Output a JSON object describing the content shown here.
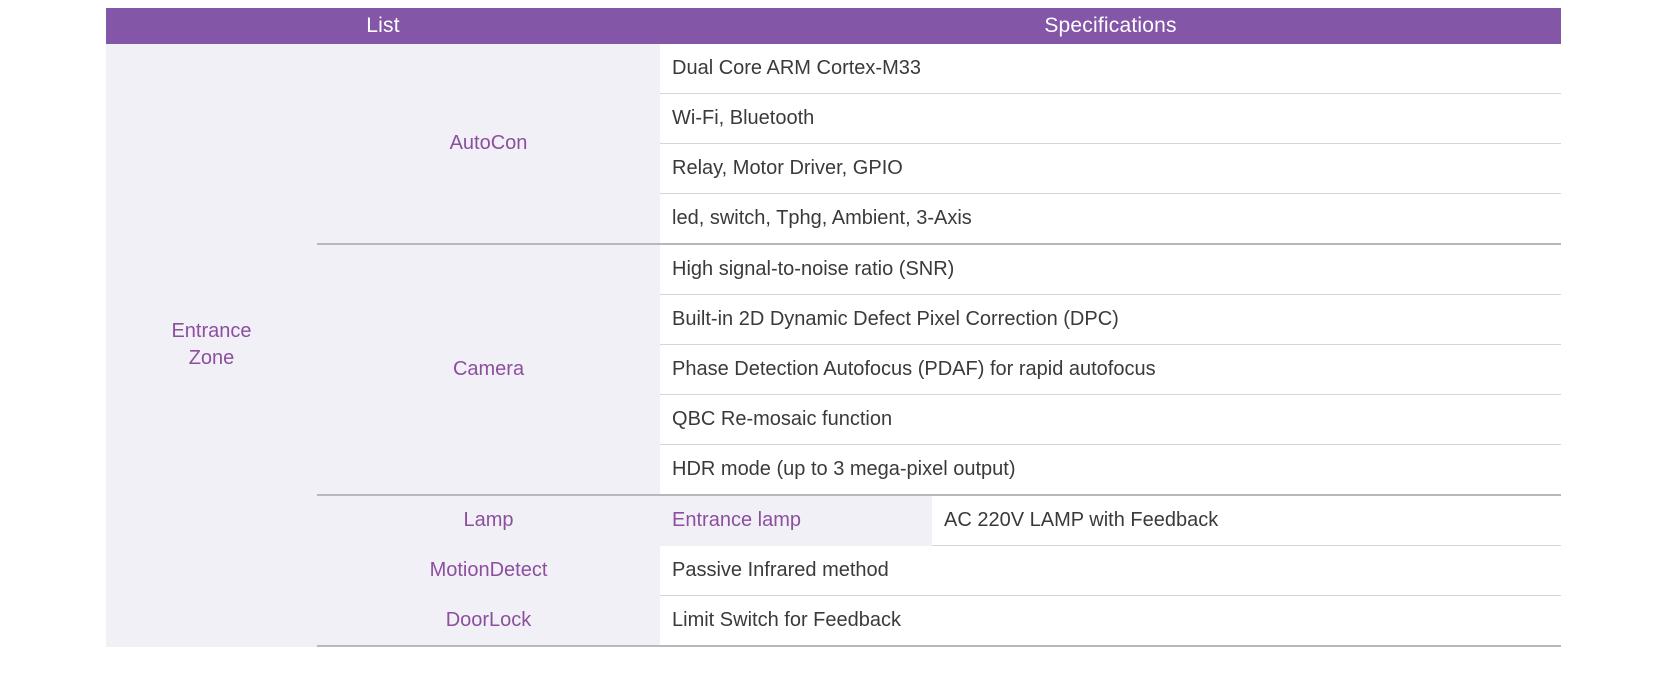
{
  "table": {
    "headers": {
      "list": "List",
      "specifications": "Specifications"
    },
    "zone": "Entrance\nZone",
    "zone_line1": "Entrance",
    "zone_line2": "Zone",
    "groups": [
      {
        "name": "AutoCon",
        "specs": [
          "Dual Core ARM Cortex-M33",
          "Wi-Fi, Bluetooth",
          "Relay, Motor Driver, GPIO",
          "led, switch, Tphg, Ambient, 3-Axis"
        ]
      },
      {
        "name": "Camera",
        "specs": [
          "High signal-to-noise ratio (SNR)",
          "Built-in 2D Dynamic Defect Pixel Correction (DPC)",
          "Phase Detection Autofocus (PDAF) for rapid autofocus",
          "QBC Re-mosaic function",
          "HDR mode (up to 3 mega-pixel output)"
        ]
      },
      {
        "name": "Lamp",
        "sub_label": "Entrance lamp",
        "specs": [
          "AC 220V LAMP with Feedback"
        ]
      },
      {
        "name": "MotionDetect",
        "specs": [
          "Passive Infrared method"
        ]
      },
      {
        "name": "DoorLock",
        "specs": [
          "Limit Switch for Feedback"
        ]
      }
    ]
  },
  "colors": {
    "header_purple": "#8456a8",
    "label_purple": "#8b4f9e",
    "zone_bg": "#f2f0f7",
    "spec_bg": "#ffffff",
    "text_dark": "#3a3a3c",
    "rule_light": "#d6d5d9",
    "rule_strong": "#b9b7bd"
  }
}
